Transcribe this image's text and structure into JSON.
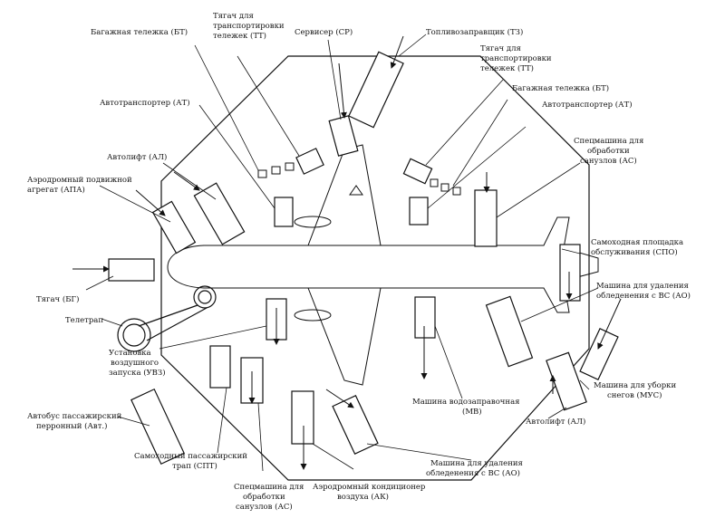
{
  "labels": {
    "bt_top": "Багажная тележка (БТ)",
    "tt_top_1": "Тягач для",
    "tt_top_2": "транспортировки",
    "tt_top_3": "тележек (ТТ)",
    "sr": "Сервисер (СР)",
    "tz": "Топливозаправщик (ТЗ)",
    "tt_right_1": "Тягач для",
    "tt_right_2": "транспортировки",
    "tt_right_3": "тележек (ТТ)",
    "bt_right": "Багажная тележка (БТ)",
    "at_left": "Автотранспортер (АТ)",
    "at_right": "Автотранспортер (АТ)",
    "al_left": "Автолифт (АЛ)",
    "as_right_1": "Спецмашина для",
    "as_right_2": "обработки",
    "as_right_3": "санузлов (АС)",
    "apa_1": "Аэродромный подвижной",
    "apa_2": "агрегат (АПА)",
    "spo_1": "Самоходная площадка",
    "spo_2": "обслуживания (СПО)",
    "ao_right_1": "Машина для удаления",
    "ao_right_2": "обледенения с ВС (АО)",
    "bg": "Тягач (БГ)",
    "teletrap": "Телетрап",
    "uvz_1": "Установка",
    "uvz_2": "воздушного",
    "uvz_3": "запуска (УВЗ)",
    "mus_1": "Машина для уборки",
    "mus_2": "снегов (МУС)",
    "mv_1": "Машина водозаправочная",
    "mv_2": "(МВ)",
    "al_right": "Автолифт (АЛ)",
    "avt_1": "Автобус пассажирский",
    "avt_2": "перронный (Авт.)",
    "spt_1": "Самоходный пассажирский",
    "spt_2": "трап (СПТ)",
    "as_bottom_1": "Спецмашина для",
    "as_bottom_2": "обработки",
    "as_bottom_3": "санузлов (АС)",
    "ak_1": "Аэродромный кондиционер",
    "ak_2": "воздуха (АК)",
    "ao_bottom_1": "Машина для удаления",
    "ao_bottom_2": "обледенения с ВС (АО)"
  }
}
